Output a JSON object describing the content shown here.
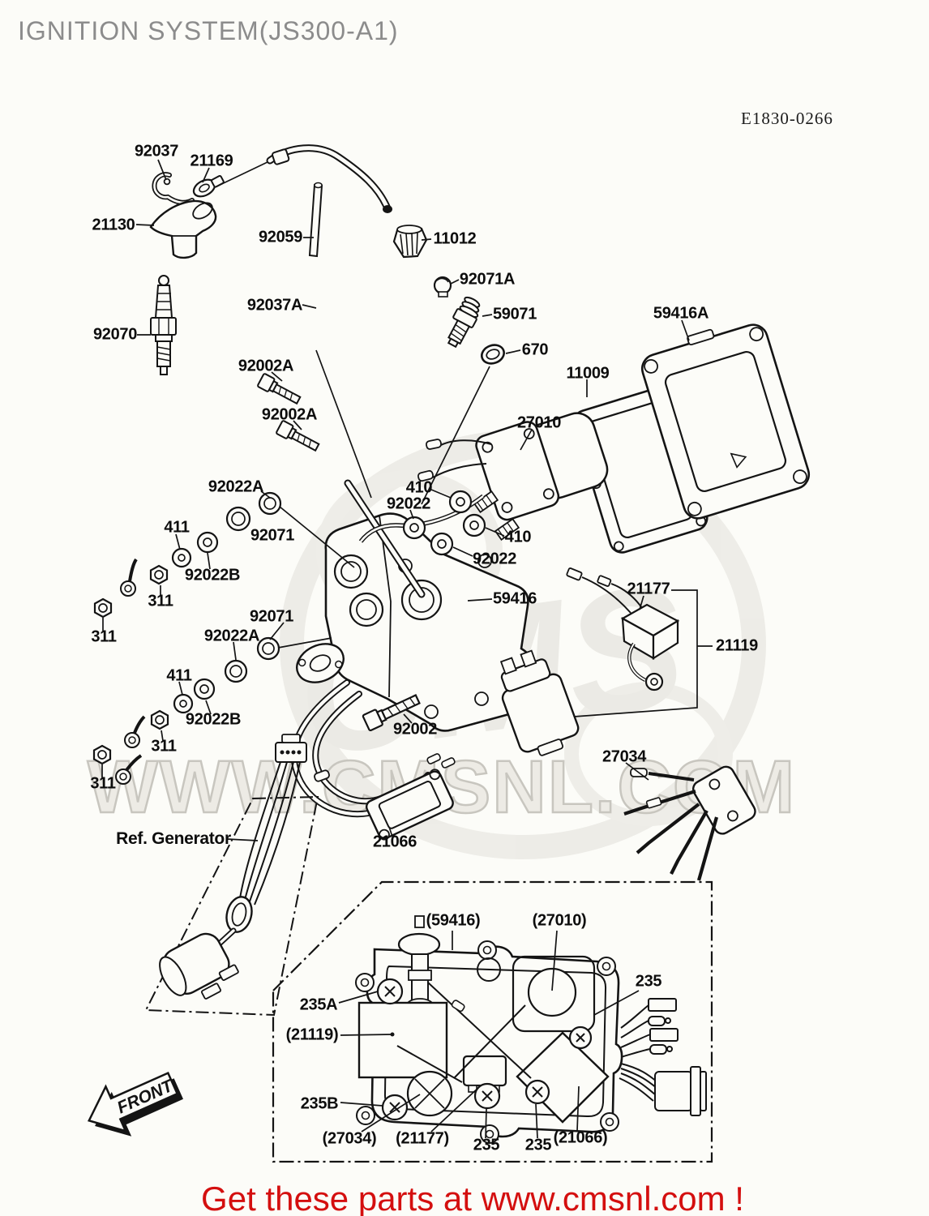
{
  "header": {
    "title": "IGNITION SYSTEM(JS300-A1)",
    "diagram_code": "E1830-0266"
  },
  "footer": {
    "promo": "Get these parts at www.cmsnl.com !"
  },
  "watermark": {
    "logo": "CMS",
    "url": "WWW.CMSNL.COM"
  },
  "annotations": {
    "front_arrow": "FRONT",
    "ref_generator": "Ref. Generator"
  },
  "part_labels": [
    {
      "number": "92037"
    },
    {
      "number": "21169"
    },
    {
      "number": "21130"
    },
    {
      "number": "92059"
    },
    {
      "number": "11012"
    },
    {
      "number": "92071A"
    },
    {
      "number": "59071"
    },
    {
      "number": "670"
    },
    {
      "number": "92070"
    },
    {
      "number": "92037A"
    },
    {
      "number": "92002A"
    },
    {
      "number": "92002A"
    },
    {
      "number": "11009"
    },
    {
      "number": "27010"
    },
    {
      "number": "59416A"
    },
    {
      "number": "92022A"
    },
    {
      "number": "92071"
    },
    {
      "number": "411"
    },
    {
      "number": "92022B"
    },
    {
      "number": "311"
    },
    {
      "number": "311"
    },
    {
      "number": "410"
    },
    {
      "number": "92022"
    },
    {
      "number": "410"
    },
    {
      "number": "92022"
    },
    {
      "number": "59416"
    },
    {
      "number": "21177"
    },
    {
      "number": "21119"
    },
    {
      "number": "92071"
    },
    {
      "number": "92022A"
    },
    {
      "number": "411"
    },
    {
      "number": "92022B"
    },
    {
      "number": "311"
    },
    {
      "number": "311"
    },
    {
      "number": "92002"
    },
    {
      "number": "27034"
    },
    {
      "number": "21066"
    }
  ],
  "inset_labels": [
    {
      "number": "(59416)"
    },
    {
      "number": "(27010)"
    },
    {
      "number": "235"
    },
    {
      "number": "235A"
    },
    {
      "number": "(21119)"
    },
    {
      "number": "235B"
    },
    {
      "number": "(27034)"
    },
    {
      "number": "(21177)"
    },
    {
      "number": "235"
    },
    {
      "number": "235"
    },
    {
      "number": "(21066)"
    }
  ]
}
